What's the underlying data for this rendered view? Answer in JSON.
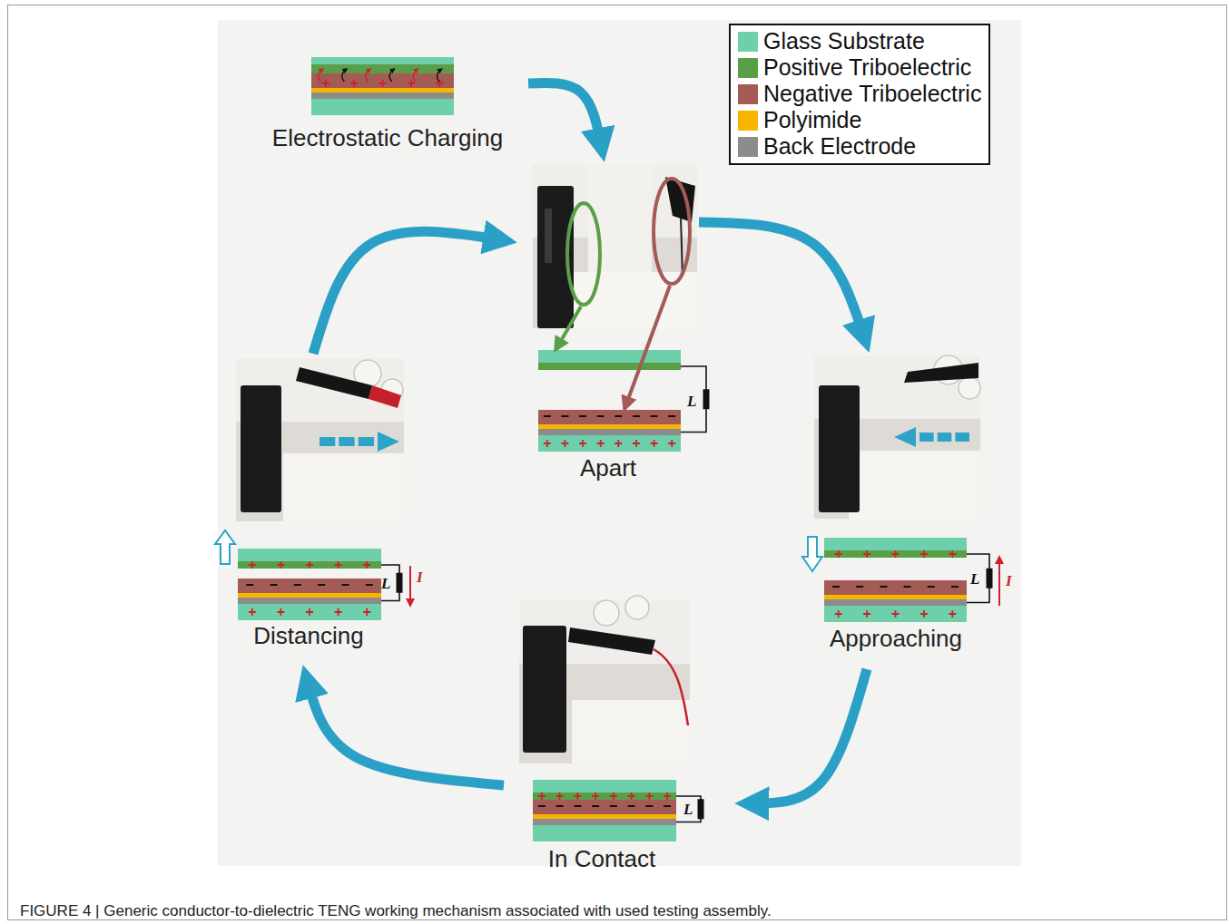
{
  "diagram": {
    "caption": "FIGURE 4 | Generic conductor-to-dielectric TENG working mechanism associated with used testing assembly.",
    "nodes": [
      {
        "text": [
          "Electrostatic Charging"
        ]
      },
      {
        "text": [
          "Apart"
        ]
      },
      {
        "text": [
          "Approaching"
        ]
      },
      {
        "text": [
          "In Contact"
        ]
      },
      {
        "text": [
          "Distancing"
        ]
      }
    ],
    "edges": [
      {
        "from": 0,
        "to": 1,
        "arrow": "to"
      },
      {
        "from": 1,
        "to": 2,
        "arrow": "to"
      },
      {
        "from": 2,
        "to": 3,
        "arrow": "to"
      },
      {
        "from": 3,
        "to": 4,
        "arrow": "to"
      },
      {
        "from": 4,
        "to": 1,
        "arrow": "to"
      }
    ],
    "labels": [
      "L",
      "L",
      "I",
      "L",
      "I",
      "L"
    ],
    "legend": [
      {
        "text": "Glass Substrate",
        "color": "#6ecfab"
      },
      {
        "text": "Positive Triboelectric",
        "color": "#5a9f48"
      },
      {
        "text": "Negative Triboelectric",
        "color": "#a45a55"
      },
      {
        "text": "Polyimide",
        "color": "#f7b500"
      },
      {
        "text": "Back Electrode",
        "color": "#8c8c8c"
      }
    ]
  }
}
